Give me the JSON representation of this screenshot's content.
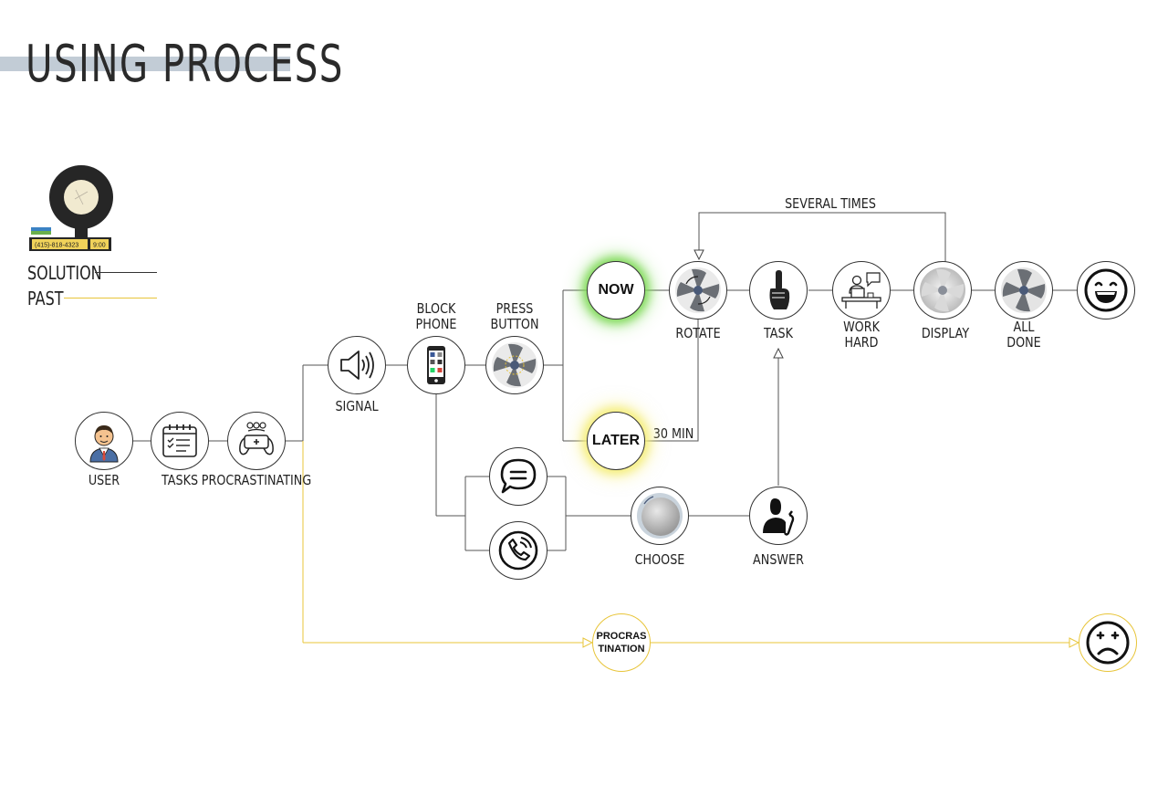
{
  "title": "USING PROCESS",
  "legend": [
    {
      "label": "SOLUTION",
      "color": "#333333"
    },
    {
      "label": "PAST",
      "color": "#e8c53a"
    }
  ],
  "device": {
    "phone_text": "(415)-818-4323",
    "time_text": "9:00"
  },
  "nodes": {
    "user": {
      "label": "USER",
      "icon": "user-icon"
    },
    "tasks": {
      "label": "TASKS",
      "icon": "calendar-checklist-icon"
    },
    "procrastinating": {
      "label": "PROCRASTINATING",
      "icon": "gamepad-icon"
    },
    "signal": {
      "label": "SIGNAL",
      "icon": "speaker-icon"
    },
    "block_phone": {
      "label": "BLOCK\nPHONE",
      "icon": "smartphone-icon"
    },
    "press_button": {
      "label": "PRESS\nBUTTON",
      "icon": "pinwheel-icon"
    },
    "now": {
      "text": "NOW"
    },
    "later": {
      "text": "LATER"
    },
    "rotate": {
      "label": "ROTATE",
      "icon": "pinwheel-rotate-icon"
    },
    "task": {
      "label": "TASK",
      "icon": "finger-up-icon"
    },
    "work_hard": {
      "label": "WORK\nHARD",
      "icon": "desk-worker-icon"
    },
    "display": {
      "label": "DISPLAY",
      "icon": "display-disc-icon"
    },
    "all_done": {
      "label": "ALL\nDONE",
      "icon": "pinwheel-icon"
    },
    "happy": {
      "icon": "happy-face-icon"
    },
    "message": {
      "icon": "chat-bubble-icon"
    },
    "call": {
      "icon": "phone-call-icon"
    },
    "choose": {
      "label": "CHOOSE",
      "icon": "knob-icon"
    },
    "answer": {
      "label": "ANSWER",
      "icon": "person-phone-icon"
    },
    "procrastination": {
      "text": "PROCRAS\nTINATION"
    },
    "sad": {
      "icon": "sad-face-icon"
    }
  },
  "edge_labels": {
    "several_times": "SEVERAL TIMES",
    "thirty_min": "30 MIN"
  }
}
